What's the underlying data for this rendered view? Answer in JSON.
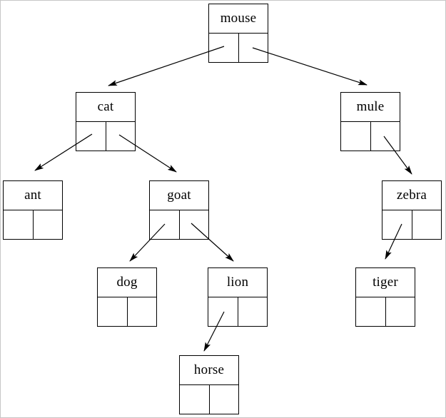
{
  "diagram": {
    "type": "binary-search-tree",
    "root": "mouse",
    "nodes": [
      {
        "id": "mouse",
        "label": "mouse",
        "left": "cat",
        "right": "mule"
      },
      {
        "id": "cat",
        "label": "cat",
        "left": "ant",
        "right": "goat"
      },
      {
        "id": "mule",
        "label": "mule",
        "left": null,
        "right": "zebra"
      },
      {
        "id": "ant",
        "label": "ant",
        "left": null,
        "right": null
      },
      {
        "id": "goat",
        "label": "goat",
        "left": "dog",
        "right": "lion"
      },
      {
        "id": "zebra",
        "label": "zebra",
        "left": "tiger",
        "right": null
      },
      {
        "id": "dog",
        "label": "dog",
        "left": null,
        "right": null
      },
      {
        "id": "lion",
        "label": "lion",
        "left": "horse",
        "right": null
      },
      {
        "id": "tiger",
        "label": "tiger",
        "left": null,
        "right": null
      },
      {
        "id": "horse",
        "label": "horse",
        "left": null,
        "right": null
      }
    ],
    "edges": [
      {
        "from": "mouse",
        "pointer": "left",
        "to": "cat"
      },
      {
        "from": "mouse",
        "pointer": "right",
        "to": "mule"
      },
      {
        "from": "cat",
        "pointer": "left",
        "to": "ant"
      },
      {
        "from": "cat",
        "pointer": "right",
        "to": "goat"
      },
      {
        "from": "mule",
        "pointer": "right",
        "to": "zebra"
      },
      {
        "from": "goat",
        "pointer": "left",
        "to": "dog"
      },
      {
        "from": "goat",
        "pointer": "right",
        "to": "lion"
      },
      {
        "from": "zebra",
        "pointer": "left",
        "to": "tiger"
      },
      {
        "from": "lion",
        "pointer": "left",
        "to": "horse"
      }
    ],
    "colors": {
      "line": "#000000",
      "node_border": "#000000",
      "background": "#ffffff",
      "page_border": "#c6c6c6"
    }
  }
}
